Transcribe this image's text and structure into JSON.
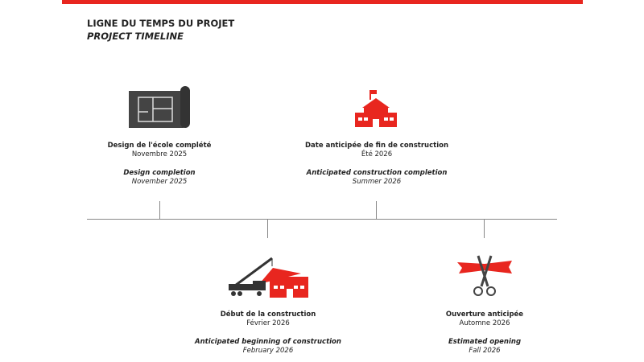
{
  "header": {
    "title_fr": "LIGNE DU TEMPS DU PROJET",
    "title_en": "PROJECT TIMELINE"
  },
  "events": [
    {
      "title_fr": "Design de l'école complété",
      "date_fr": "Novembre 2025",
      "title_en": "Design completion",
      "date_en": "November 2025",
      "icon": "blueprint-icon"
    },
    {
      "title_fr": "Début de la construction",
      "date_fr": "Février 2026",
      "title_en": "Anticipated beginning of construction",
      "date_en": "February 2026",
      "icon": "crane-icon"
    },
    {
      "title_fr": "Date anticipée de fin de construction",
      "date_fr": "Été 2026",
      "title_en": "Anticipated construction completion",
      "date_en": "Summer 2026",
      "icon": "school-icon"
    },
    {
      "title_fr": "Ouverture anticipée",
      "date_fr": "Automne 2026",
      "title_en": "Estimated opening",
      "date_en": "Fall 2026",
      "icon": "scissors-ribbon-icon"
    }
  ],
  "colors": {
    "accent": "#e8261f",
    "dark": "#333333"
  }
}
